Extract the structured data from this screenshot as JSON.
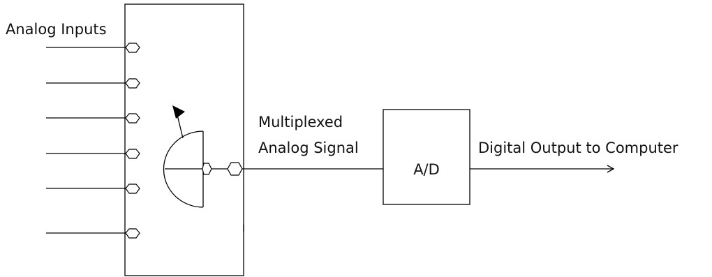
{
  "labels": {
    "inputs": "Analog Inputs",
    "signal_line1": "Multiplexed",
    "signal_line2": "Analog Signal",
    "converter": "A/D",
    "output": "Digital Output to Computer"
  },
  "colors": {
    "stroke": "#000000",
    "background": "#ffffff",
    "text": "#111111"
  }
}
